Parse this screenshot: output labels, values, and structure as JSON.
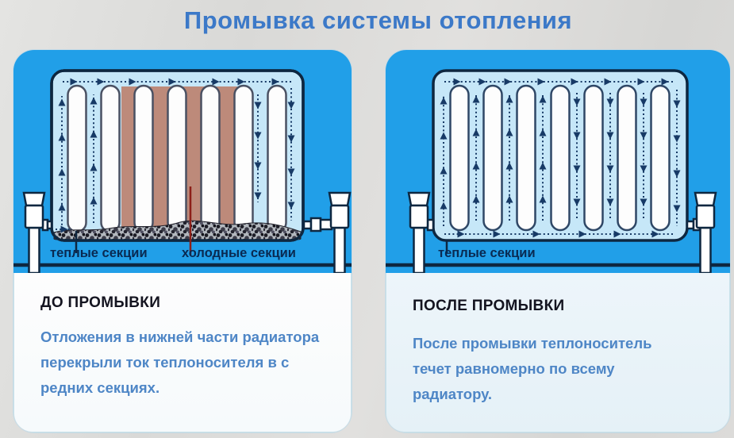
{
  "title": "Промывка системы отопления",
  "panels": {
    "before": {
      "heading": "ДО ПРОМЫВКИ",
      "body_lines": {
        "0": "Отложения в нижней части радиатора",
        "1": "перекрыли ток теплоносителя в с",
        "2": "редних секциях."
      },
      "labels": {
        "warm": "теплые секции",
        "cold": "холодные секции"
      }
    },
    "after": {
      "heading": "ПОСЛЕ ПРОМЫВКИ",
      "body_lines": {
        "0": "После промывки теплоноситель",
        "1": "течет равномерно по всему",
        "2": "радиатору."
      },
      "labels": {
        "warm": "теплые секции"
      }
    }
  },
  "colors": {
    "title_blue": "#3c79c8",
    "panel_blue": "#219fe8",
    "radiator_fill_light_blue": "#c6e7f8",
    "outline_navy": "#0e2740",
    "flow_arrow_navy": "#173a66",
    "deposit_brown": "#bd8a7a",
    "sediment_dark": "#23232e",
    "body_text_blue": "#4e86c6",
    "heading_dark": "#141420",
    "label_navy": "#092a52",
    "page_bg_gray": "#dbdbd9"
  }
}
